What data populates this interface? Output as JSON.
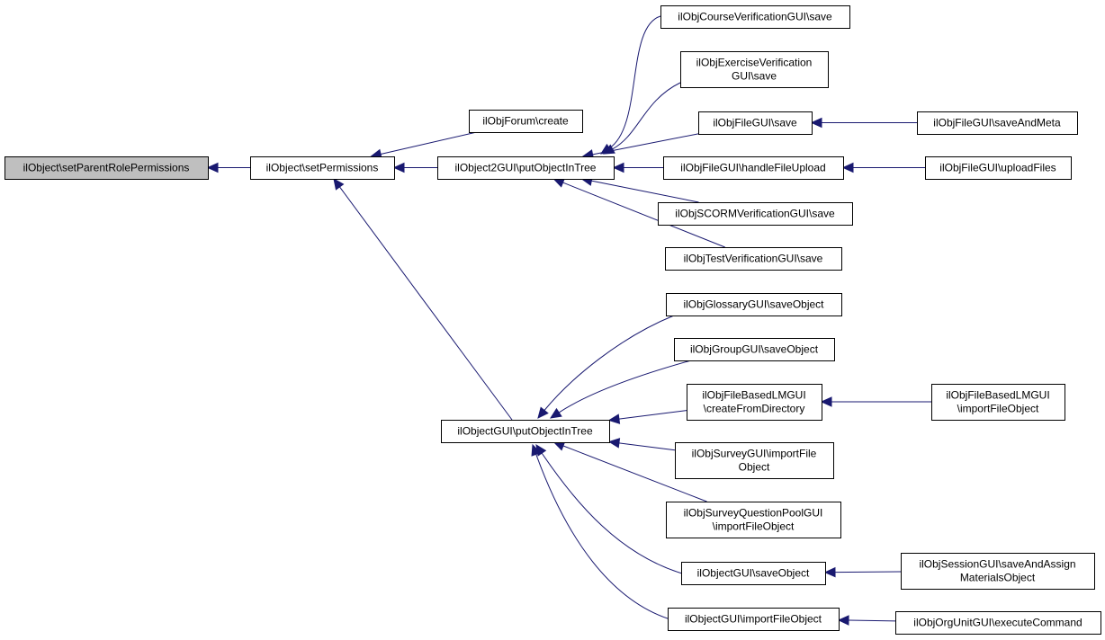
{
  "nodes": [
    {
      "id": "n0",
      "lines": [
        "ilObject\\setParentRolePermissions"
      ],
      "root": true
    },
    {
      "id": "n1",
      "lines": [
        "ilObject\\setPermissions"
      ]
    },
    {
      "id": "n2",
      "lines": [
        "ilObjForum\\create"
      ]
    },
    {
      "id": "n3",
      "lines": [
        "ilObject2GUI\\putObjectInTree"
      ]
    },
    {
      "id": "n4",
      "lines": [
        "ilObjectGUI\\putObjectInTree"
      ]
    },
    {
      "id": "n5",
      "lines": [
        "ilObjCourseVerificationGUI\\save"
      ]
    },
    {
      "id": "n6",
      "lines": [
        "ilObjExerciseVerification",
        "GUI\\save"
      ]
    },
    {
      "id": "n7",
      "lines": [
        "ilObjFileGUI\\save"
      ]
    },
    {
      "id": "n8",
      "lines": [
        "ilObjFileGUI\\handleFileUpload"
      ]
    },
    {
      "id": "n9",
      "lines": [
        "ilObjSCORMVerificationGUI\\save"
      ]
    },
    {
      "id": "n10",
      "lines": [
        "ilObjTestVerificationGUI\\save"
      ]
    },
    {
      "id": "n11",
      "lines": [
        "ilObjFileGUI\\saveAndMeta"
      ]
    },
    {
      "id": "n12",
      "lines": [
        "ilObjFileGUI\\uploadFiles"
      ]
    },
    {
      "id": "n13",
      "lines": [
        "ilObjGlossaryGUI\\saveObject"
      ]
    },
    {
      "id": "n14",
      "lines": [
        "ilObjGroupGUI\\saveObject"
      ]
    },
    {
      "id": "n15",
      "lines": [
        "ilObjFileBasedLMGUI",
        "\\createFromDirectory"
      ]
    },
    {
      "id": "n16",
      "lines": [
        "ilObjSurveyGUI\\importFile",
        "Object"
      ]
    },
    {
      "id": "n17",
      "lines": [
        "ilObjSurveyQuestionPoolGUI",
        "\\importFileObject"
      ]
    },
    {
      "id": "n18",
      "lines": [
        "ilObjectGUI\\saveObject"
      ]
    },
    {
      "id": "n19",
      "lines": [
        "ilObjectGUI\\importFileObject"
      ]
    },
    {
      "id": "n20",
      "lines": [
        "ilObjFileBasedLMGUI",
        "\\importFileObject"
      ]
    },
    {
      "id": "n21",
      "lines": [
        "ilObjSessionGUI\\saveAndAssign",
        "MaterialsObject"
      ]
    },
    {
      "id": "n22",
      "lines": [
        "ilObjOrgUnitGUI\\executeCommand"
      ]
    }
  ],
  "edges": [
    {
      "from": "n1",
      "to": "n0"
    },
    {
      "from": "n2",
      "to": "n1"
    },
    {
      "from": "n3",
      "to": "n1"
    },
    {
      "from": "n4",
      "to": "n1"
    },
    {
      "from": "n5",
      "to": "n3"
    },
    {
      "from": "n6",
      "to": "n3"
    },
    {
      "from": "n7",
      "to": "n3"
    },
    {
      "from": "n8",
      "to": "n3"
    },
    {
      "from": "n9",
      "to": "n3"
    },
    {
      "from": "n10",
      "to": "n3"
    },
    {
      "from": "n11",
      "to": "n7"
    },
    {
      "from": "n12",
      "to": "n8"
    },
    {
      "from": "n13",
      "to": "n4"
    },
    {
      "from": "n14",
      "to": "n4"
    },
    {
      "from": "n15",
      "to": "n4"
    },
    {
      "from": "n16",
      "to": "n4"
    },
    {
      "from": "n17",
      "to": "n4"
    },
    {
      "from": "n18",
      "to": "n4"
    },
    {
      "from": "n19",
      "to": "n4"
    },
    {
      "from": "n20",
      "to": "n15"
    },
    {
      "from": "n21",
      "to": "n18"
    },
    {
      "from": "n22",
      "to": "n19"
    }
  ]
}
